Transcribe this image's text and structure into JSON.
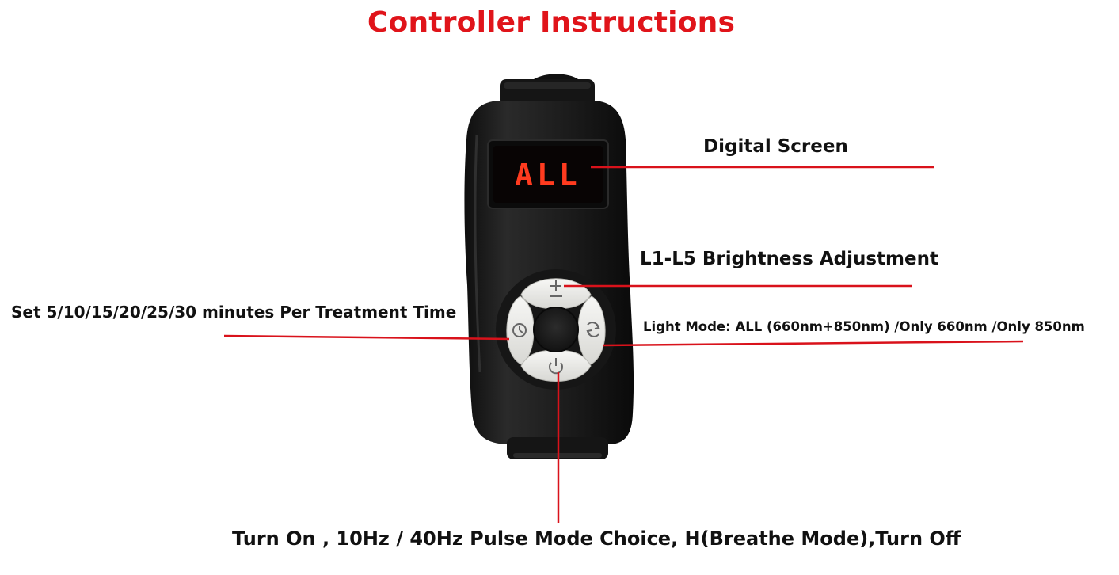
{
  "title": "Controller Instructions",
  "display": {
    "text": "ALL",
    "color": "#ff3b1f"
  },
  "callouts": {
    "screen": "Digital Screen",
    "brightness": "L1-L5 Brightness Adjustment",
    "timer": "Set 5/10/15/20/25/30 minutes Per Treatment Time",
    "light_mode": "Light Mode: ALL (660nm+850nm) /Only 660nm /Only 850nm",
    "power": "Turn On , 10Hz / 40Hz Pulse Mode Choice, H(Breathe Mode),Turn Off"
  },
  "colors": {
    "title": "#e0141a",
    "leader_line": "#d9121b",
    "body": "#1e1e1e"
  },
  "buttons": {
    "top": "plus-minus-icon",
    "left": "clock-icon",
    "right": "cycle-icon",
    "bottom": "power-icon"
  }
}
